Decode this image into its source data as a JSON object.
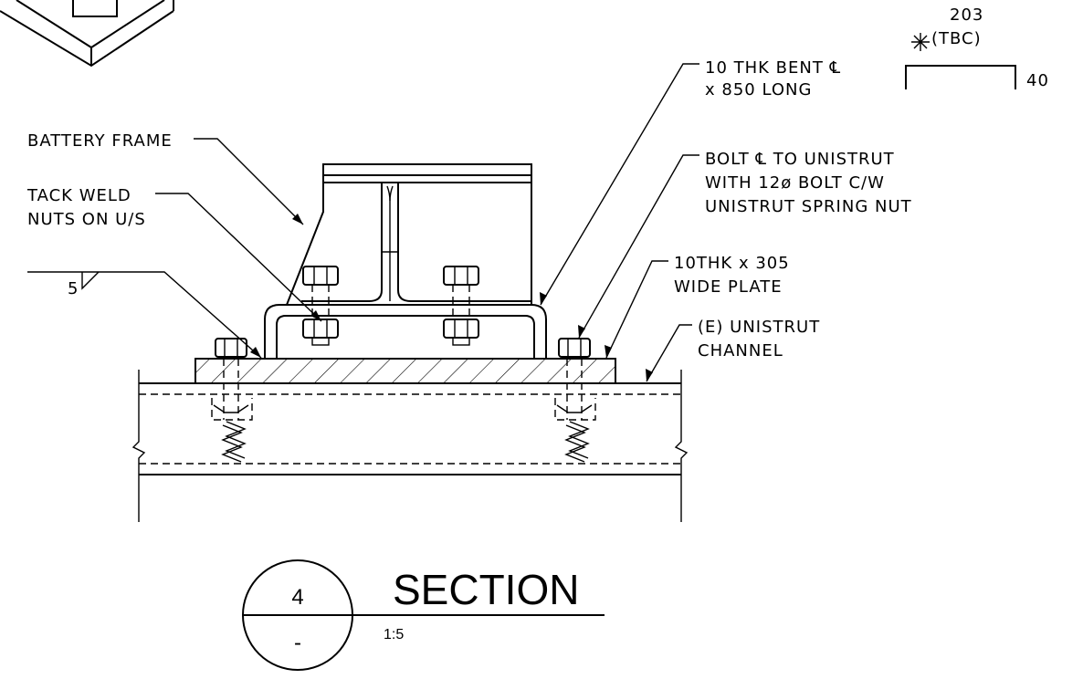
{
  "labels": {
    "bent_plate_1": "10 THK BENT ℄",
    "bent_plate_2": "x 850 LONG",
    "dim_top": "203",
    "dim_tbc": "(TBC)",
    "dim_side": "40",
    "battery_frame": "BATTERY FRAME",
    "tack_weld_1": "TACK WELD",
    "tack_weld_2": "NUTS ON U/S",
    "bolt_1": "BOLT ℄ TO UNISTRUT",
    "bolt_2": "WITH 12ø BOLT C/W",
    "bolt_3": "UNISTRUT SPRING NUT",
    "weld_size": "5",
    "plate_1": "10THK x 305",
    "plate_2": "WIDE PLATE",
    "unistrut_1": "(E) UNISTRUT",
    "unistrut_2": "CHANNEL"
  },
  "title_block": {
    "section_number": "4",
    "sheet_ref": "-",
    "title": "SECTION",
    "scale": "1:5"
  }
}
